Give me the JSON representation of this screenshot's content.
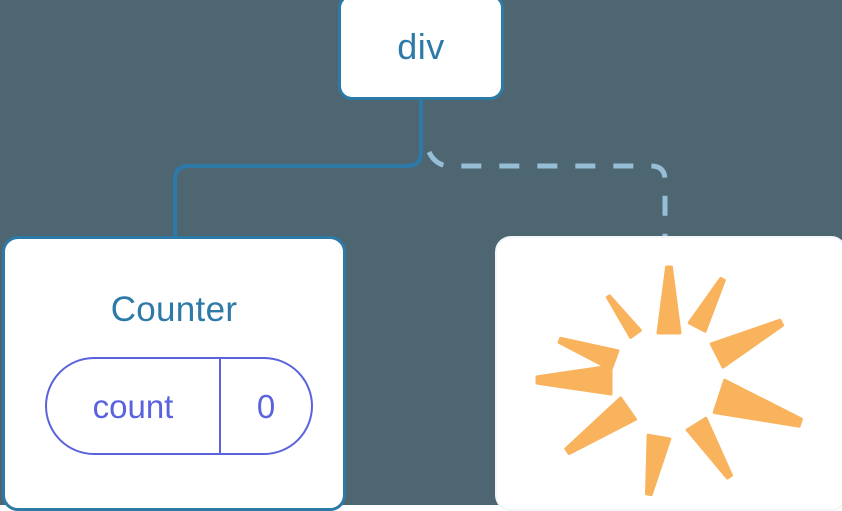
{
  "diagram": {
    "title": "React component tree with state update",
    "background_color": "#4d6672",
    "node_fill": "#ffffff",
    "accent_blue": "#2d7aa8",
    "dashed_blue": "#96bed6",
    "state_purple": "#5a63dd",
    "burst_orange": "#f8b35c"
  },
  "nodes": {
    "root": {
      "label": "div",
      "type": "element-node"
    },
    "counter": {
      "label": "Counter",
      "type": "component-node",
      "state": {
        "key": "count",
        "value": "0"
      }
    },
    "burst": {
      "label": "",
      "type": "rerender-burst-node",
      "icon": "sparkle-burst-icon",
      "spike_count": 10
    }
  },
  "edges": [
    {
      "name": "edge-root-to-counter",
      "from": "root",
      "to": "counter",
      "style": "solid",
      "color": "#2d7aa8"
    },
    {
      "name": "edge-root-to-burst",
      "from": "root",
      "to": "burst",
      "style": "dashed",
      "color": "#96bed6"
    }
  ],
  "burst_spikes": [
    {
      "angle": -90,
      "length": 66,
      "half_width": 11,
      "gap": 47
    },
    {
      "angle": -126,
      "length": 46,
      "half_width": 6,
      "gap": 57
    },
    {
      "angle": -160,
      "length": 58,
      "half_width": 10,
      "gap": 58
    },
    {
      "angle": 180,
      "length": 74,
      "half_width": 14,
      "gap": 58
    },
    {
      "angle": 145,
      "length": 74,
      "half_width": 13,
      "gap": 50
    },
    {
      "angle": 100,
      "length": 58,
      "half_width": 11,
      "gap": 58
    },
    {
      "angle": 58,
      "length": 62,
      "half_width": 11,
      "gap": 52
    },
    {
      "angle": 18,
      "length": 85,
      "half_width": 17,
      "gap": 53
    },
    {
      "angle": -27,
      "length": 72,
      "half_width": 13,
      "gap": 54
    },
    {
      "angle": -62,
      "length": 54,
      "half_width": 9,
      "gap": 60
    }
  ]
}
